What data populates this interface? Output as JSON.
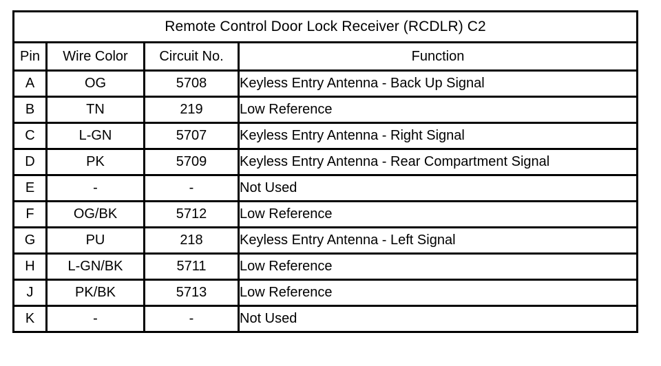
{
  "table": {
    "title": "Remote Control Door Lock Receiver (RCDLR) C2",
    "columns": [
      "Pin",
      "Wire Color",
      "Circuit No.",
      "Function"
    ],
    "rows": [
      {
        "pin": "A",
        "wire_color": "OG",
        "circuit_no": "5708",
        "function": "Keyless Entry Antenna - Back Up Signal"
      },
      {
        "pin": "B",
        "wire_color": "TN",
        "circuit_no": "219",
        "function": "Low Reference"
      },
      {
        "pin": "C",
        "wire_color": "L-GN",
        "circuit_no": "5707",
        "function": "Keyless Entry Antenna - Right Signal"
      },
      {
        "pin": "D",
        "wire_color": "PK",
        "circuit_no": "5709",
        "function": "Keyless Entry Antenna - Rear Compartment Signal"
      },
      {
        "pin": "E",
        "wire_color": "-",
        "circuit_no": "-",
        "function": "Not Used"
      },
      {
        "pin": "F",
        "wire_color": "OG/BK",
        "circuit_no": "5712",
        "function": "Low Reference"
      },
      {
        "pin": "G",
        "wire_color": "PU",
        "circuit_no": "218",
        "function": "Keyless Entry Antenna - Left Signal"
      },
      {
        "pin": "H",
        "wire_color": "L-GN/BK",
        "circuit_no": "5711",
        "function": "Low Reference"
      },
      {
        "pin": "J",
        "wire_color": "PK/BK",
        "circuit_no": "5713",
        "function": "Low Reference"
      },
      {
        "pin": "K",
        "wire_color": "-",
        "circuit_no": "-",
        "function": "Not Used"
      }
    ]
  },
  "colors": {
    "border": "#000000",
    "background": "#ffffff",
    "text": "#000000"
  }
}
